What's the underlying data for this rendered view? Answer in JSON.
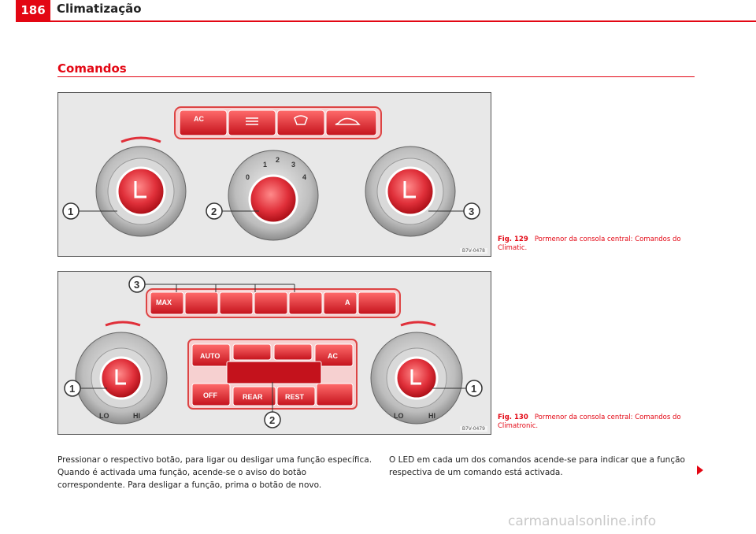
{
  "header": {
    "page_number": "186",
    "title": "Climatização"
  },
  "section": {
    "title": "Comandos"
  },
  "figure1": {
    "code": "B7V-0478",
    "caption_label": "Fig. 129",
    "caption_text": "Pormenor da consola central: Comandos do Climatic.",
    "buttons": [
      "AC",
      "",
      "",
      ""
    ],
    "fan_scale": [
      "0",
      "1",
      "2",
      "3",
      "4"
    ],
    "callouts": [
      "1",
      "2",
      "3"
    ]
  },
  "figure2": {
    "code": "B7V-0479",
    "caption_label": "Fig. 130",
    "caption_text": "Pormenor da consola central: Comandos do Climatronic.",
    "top_buttons": [
      "MAX",
      "",
      "",
      "",
      "",
      "A",
      ""
    ],
    "center_buttons": [
      "AUTO",
      "",
      "",
      "AC",
      "OFF",
      "REAR",
      "REST",
      ""
    ],
    "callouts": [
      "3",
      "1",
      "2",
      "1"
    ],
    "dial_labels": [
      "LO",
      "HI"
    ]
  },
  "body": {
    "para1": "Pressionar o respectivo botão, para ligar ou desligar uma função específica. Quando é activada uma função, acende-se o aviso do botão correspondente. Para desligar a função, prima o botão de novo.",
    "para2": "O LED em cada um dos comandos acende-se para indicar que a função respectiva de um comando está activada."
  },
  "watermark": "carmanualsonline.info",
  "colors": {
    "accent": "#e30613",
    "panel": "#e8e8e8"
  },
  "icons": [
    "next-page-arrow-icon",
    "seat-heating-icon",
    "fan-icon",
    "defrost-icon",
    "recirculation-icon"
  ]
}
